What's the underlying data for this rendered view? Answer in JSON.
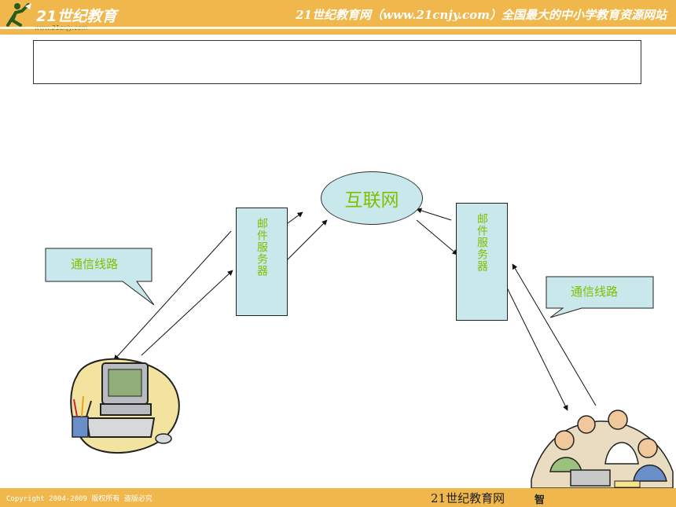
{
  "header": {
    "logo_text": "21世纪教育",
    "logo_url": "www.21cnjy.com",
    "slogan": "21世纪教育网（www.21cnjy.com）全国最大的中小学教育资源网站"
  },
  "diagram": {
    "server_left_label": "邮件服务器",
    "server_right_label": "邮件服务器",
    "internet_label": "互联网",
    "callout_left": "通信线路",
    "callout_right": "通信线路"
  },
  "footer": {
    "copyright": "Copyright 2004-2009 版权所有 盗版必究",
    "brand": "21世纪教育网",
    "brand_partial": "智"
  },
  "colors": {
    "bar": "#f0b84c",
    "box_fill": "#c9e8ec",
    "label_green": "#7cc000"
  }
}
